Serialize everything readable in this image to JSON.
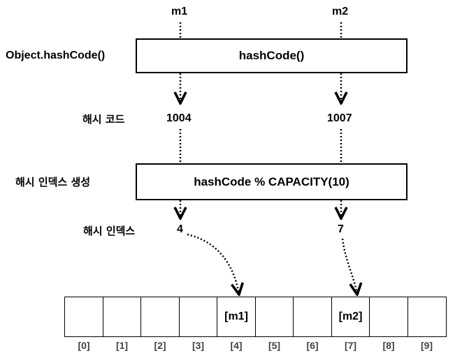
{
  "inputs": [
    "m1",
    "m2"
  ],
  "step1": {
    "label": "Object.hashCode()",
    "box": "hashCode()"
  },
  "hash_code": {
    "label": "해시 코드",
    "values": [
      "1004",
      "1007"
    ]
  },
  "step2": {
    "label": "해시 인덱스 생성",
    "box": "hashCode % CAPACITY(10)"
  },
  "hash_index": {
    "label": "해시 인덱스",
    "values": [
      "4",
      "7"
    ]
  },
  "array": {
    "cells": [
      "",
      "",
      "",
      "",
      "[m1]",
      "",
      "",
      "[m2]",
      "",
      ""
    ],
    "indices": [
      "[0]",
      "[1]",
      "[2]",
      "[3]",
      "[4]",
      "[5]",
      "[6]",
      "[7]",
      "[8]",
      "[9]"
    ]
  }
}
